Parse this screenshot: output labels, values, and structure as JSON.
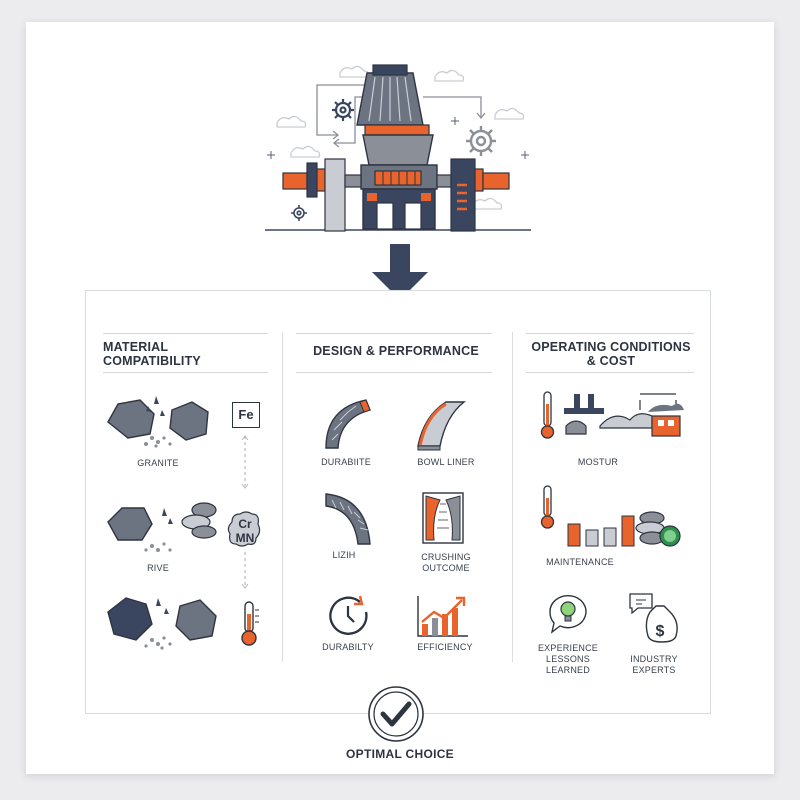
{
  "columns": [
    {
      "title_line1": "MATERIAL",
      "title_line2": "COMPATIBILITY",
      "items": [
        {
          "label": "GRANITE",
          "icon": "granite-rocks-icon"
        },
        {
          "label": "Fe",
          "icon": "iron-element-icon"
        },
        {
          "label": "RIVE",
          "icon": "river-stones-icon"
        },
        {
          "label_line1": "Cr",
          "label_line2": "MN",
          "icon": "chromium-manganese-icon"
        },
        {
          "icon": "basalt-rocks-icon"
        },
        {
          "icon": "thermometer-icon"
        }
      ]
    },
    {
      "title": "DESIGN & PERFORMANCE",
      "items": [
        {
          "label": "DURABIITE",
          "icon": "mantle-liner-icon"
        },
        {
          "label": "BOWL LINER",
          "icon": "bowl-liner-icon"
        },
        {
          "label": "LIZIH",
          "icon": "curved-liner-icon"
        },
        {
          "label_line1": "CRUSHING",
          "label_line2": "OUTCOME",
          "icon": "crushing-chamber-icon"
        },
        {
          "label": "DURABILTY",
          "icon": "clock-cycle-icon"
        },
        {
          "label": "EFFICIENCY",
          "icon": "efficiency-chart-icon"
        }
      ]
    },
    {
      "title_line1": "OPERATING CONDITIONS",
      "title_line2": "& COST",
      "items": [
        {
          "label": "MOSTUR",
          "icon": "moisture-process-icon"
        },
        {
          "label": "MAINTENANCE",
          "icon": "maintenance-cost-icon"
        },
        {
          "label_line1": "EXPERIENCE",
          "label_line2": "LESSONS",
          "label_line3": "LEARNED",
          "icon": "lightbulb-speech-icon"
        },
        {
          "label_line1": "INDUSTRY",
          "label_line2": "EXPERTS",
          "icon": "money-bag-icon"
        }
      ]
    }
  ],
  "final": {
    "label": "OPTIMAL CHOICE",
    "icon": "checkmark-circle-icon"
  },
  "colors": {
    "accent": "#e8642c",
    "navy": "#3a4660",
    "gray": "#8a8f98",
    "steel": "#6d7481"
  }
}
